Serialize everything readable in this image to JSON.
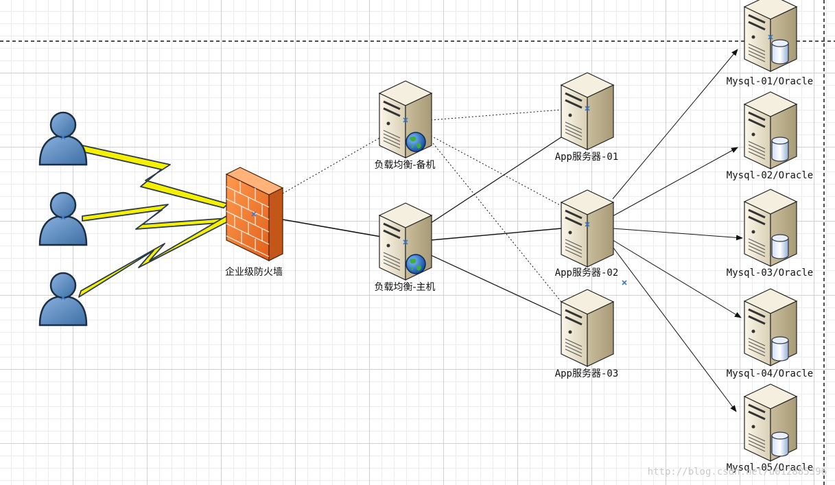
{
  "diagram": {
    "nodes": {
      "firewall": {
        "label": "企业级防火墙"
      },
      "lb_backup": {
        "label": "负载均衡-备机"
      },
      "lb_master": {
        "label": "负载均衡-主机"
      },
      "app01": {
        "label": "App服务器-01"
      },
      "app02": {
        "label": "App服务器-02"
      },
      "app03": {
        "label": "App服务器-03"
      },
      "db01": {
        "label": "Mysql-01/Oracle"
      },
      "db02": {
        "label": "Mysql-02/Oracle"
      },
      "db03": {
        "label": "Mysql-03/Oracle"
      },
      "db04": {
        "label": "Mysql-04/Oracle"
      },
      "db05": {
        "label": "Mysql-05/Oracle"
      }
    },
    "users": [
      "user",
      "user",
      "user"
    ],
    "watermark": "http://blog.csdn.net/u012885396"
  },
  "colors": {
    "firewall": "#f07a2c",
    "user": "#5a8cc0",
    "lightning": "#f5f000",
    "server_body": "#e8dfc8",
    "globe": "#2a7ad8"
  }
}
